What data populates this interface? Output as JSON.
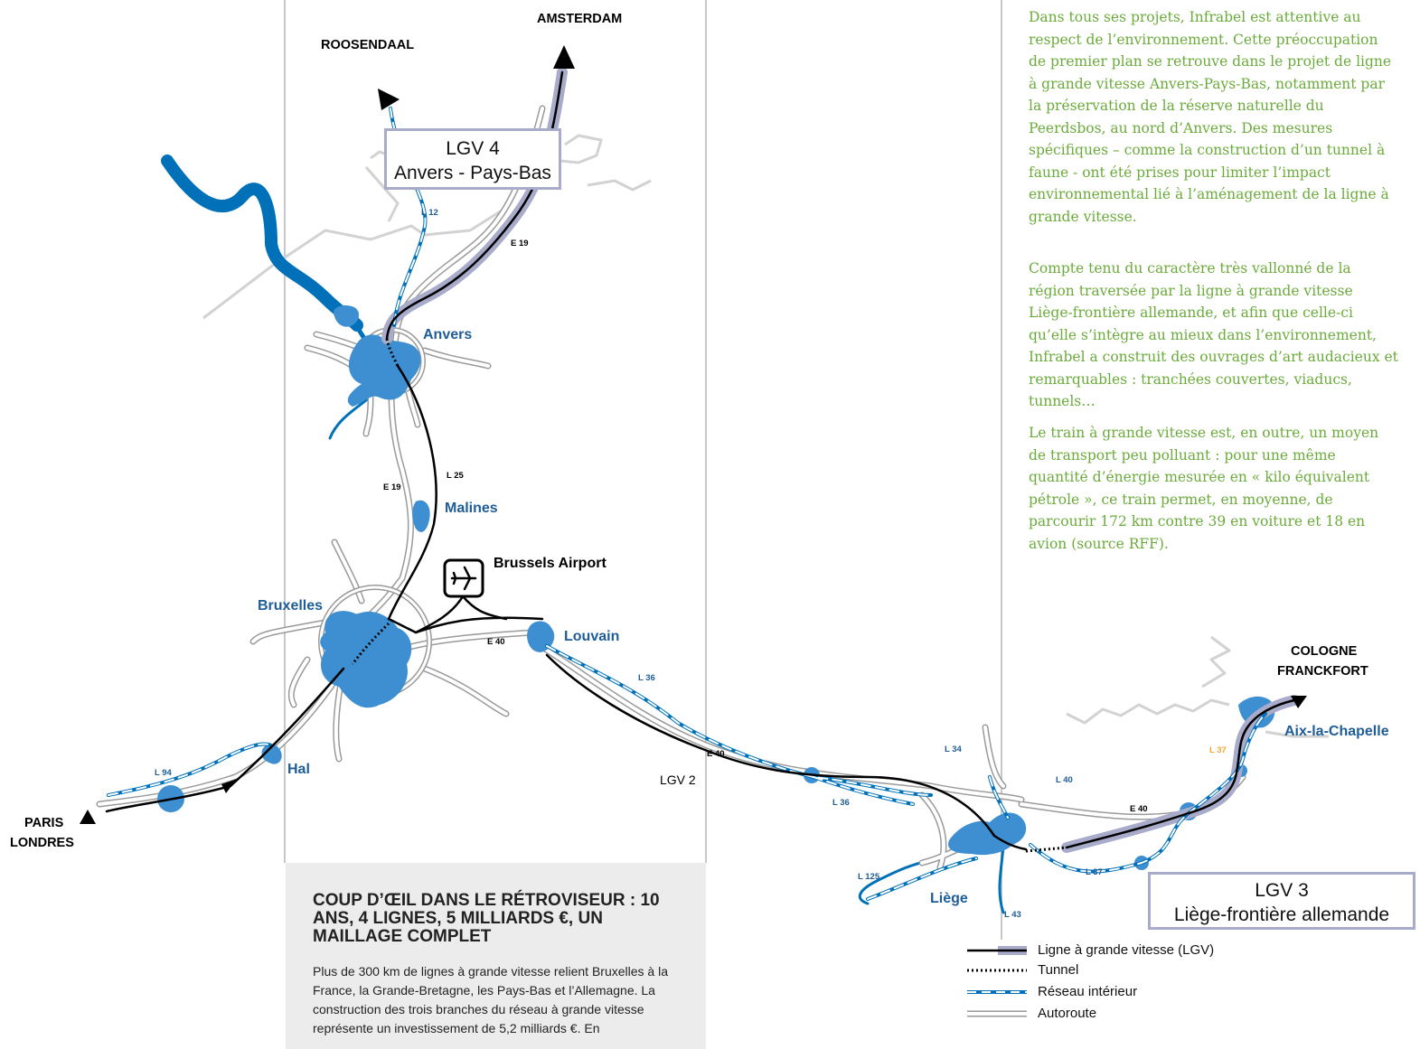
{
  "destinations": {
    "amsterdam": "AMSTERDAM",
    "roosendaal": "ROOSENDAAL",
    "paris": "PARIS",
    "londres": "LONDRES",
    "cologne": "COLOGNE",
    "francfort": "FRANCKFORT"
  },
  "cities": {
    "anvers": "Anvers",
    "malines": "Malines",
    "bruxelles": "Bruxelles",
    "louvain": "Louvain",
    "hal": "Hal",
    "liege": "Liège",
    "aix": "Aix-la-Chapelle"
  },
  "airport": "Brussels Airport",
  "lgv_boxes": {
    "lgv4_line1": "LGV 4",
    "lgv4_line2": "Anvers - Pays-Bas",
    "lgv3_line1": "LGV 3",
    "lgv3_line2": "Liège-frontière allemande"
  },
  "line_labels": {
    "lgv2": "LGV 2",
    "e19_north": "E 19",
    "e19_south": "E 19",
    "e40_bxl": "E 40",
    "e40_mid": "E 40",
    "e40_east": "E 40",
    "l12": "L 12",
    "l25": "L 25",
    "l36_a": "L 36",
    "l36_b": "L 36",
    "l94": "L 94",
    "l34": "L 34",
    "l40": "L 40",
    "l125": "L 125",
    "l37": "L 37",
    "l37_orange": "L 37",
    "l43": "L 43"
  },
  "colors": {
    "water": "#0071b9",
    "city_fill": "#3d8fd1",
    "lgv_halo": "#a8abc9",
    "text_green": "#6bab3b",
    "border_gray": "#c8c8c8",
    "panel_bg": "#ececec"
  },
  "article": {
    "p1": "Dans tous ses projets, Infrabel est attentive au respect de l’environnement. Cette préoccupation de premier plan se retrouve dans le projet de ligne à grande vitesse Anvers-Pays-Bas, notamment par la préservation de la réserve naturelle du Peerdsbos, au nord d’Anvers. Des mesures spécifiques – comme la construction d’un tunnel à faune - ont été prises pour limiter l’impact environnemental lié à l’aménagement de la ligne à grande vitesse.",
    "p2": "Compte tenu du caractère très vallonné de la région traversée par la ligne à grande vitesse Liège-frontière allemande, et afin que celle-ci qu’elle s’intègre au mieux dans l’environnement, Infrabel a construit des ouvrages d’art audacieux et remarquables : tranchées couvertes, viaducs, tunnels…",
    "p3": "Le train à grande vitesse est, en outre, un moyen de transport peu polluant : pour une même quantité d’énergie mesurée en « kilo équivalent pétrole », ce train permet, en moyenne, de parcourir 172 km contre 39 en voiture et 18 en avion (source RFF)."
  },
  "panel": {
    "title": "COUP D’ŒIL DANS LE RÉTROVISEUR : 10 ANS, 4 LIGNES, 5 MILLIARDS €, UN MAILLAGE COMPLET",
    "body": "Plus de 300 km de lignes à grande vitesse relient Bruxelles à la France, la Grande-Bretagne, les Pays-Bas et l’Allemagne. La construction des trois branches du réseau à grande vitesse représente un investissement de 5,2 milliards €. En"
  },
  "legend": {
    "lgv": "Ligne à grande vitesse (LGV)",
    "tunnel": "Tunnel",
    "interieur": "Réseau intérieur",
    "autoroute": "Autoroute"
  }
}
